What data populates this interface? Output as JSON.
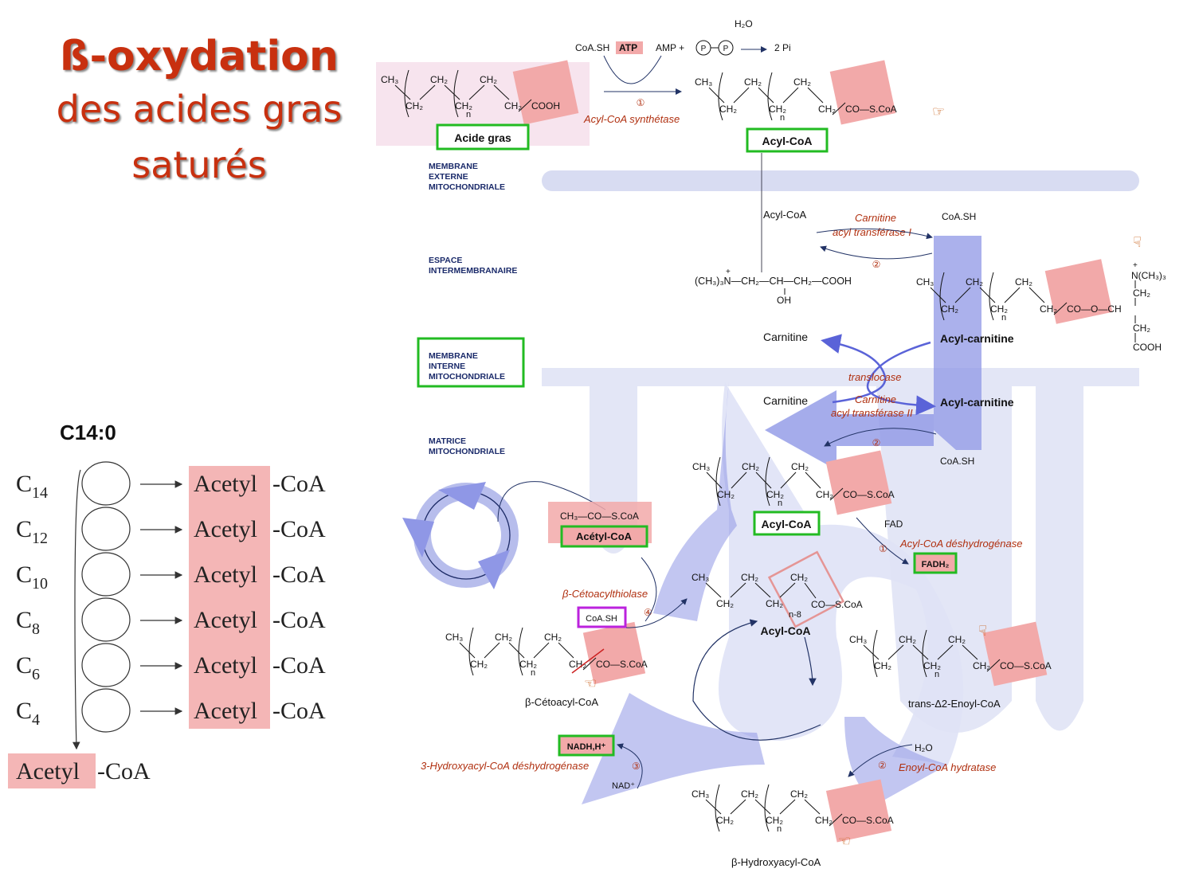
{
  "title": {
    "line1": "ß-oxydation",
    "line2": "des acides gras",
    "line3": "saturés"
  },
  "chain_label": "C14:0",
  "chain": {
    "carbons": [
      {
        "c": "C",
        "sub": "14"
      },
      {
        "c": "C",
        "sub": "12"
      },
      {
        "c": "C",
        "sub": "10"
      },
      {
        "c": "C",
        "sub": "8"
      },
      {
        "c": "C",
        "sub": "6"
      },
      {
        "c": "C",
        "sub": "4"
      }
    ],
    "product_prefix": "Acetyl",
    "product_suffix": "-CoA"
  },
  "compartments": {
    "outer": "MEMBRANE EXTERNE MITOCHONDRIALE",
    "intermembrane": "ESPACE INTERMEMBRANAIRE",
    "inner": "MEMBRANE INTERNE MITOCHONDRIALE",
    "matrix": "MATRICE MITOCHONDRIALE"
  },
  "activation": {
    "fatty_acid": "Acide gras",
    "acyl_coa": "Acyl-CoA",
    "enzyme": "Acyl-CoA synthétase",
    "coash": "CoA.SH",
    "atp": "ATP",
    "amp": "AMP +",
    "p": "P",
    "water": "H₂O",
    "two_pi": "2 Pi"
  },
  "transport": {
    "acyl_coa": "Acyl-CoA",
    "cpt1": "Carnitine acyl transférase I",
    "coash": "CoA.SH",
    "carnitine": "Carnitine",
    "acyl_carnitine": "Acyl-carnitine",
    "translocase": "translocase",
    "cpt2": "Carnitine acyl transférase II",
    "carnitine_formula": "(CH₃)₃N—CH₂—CH—CH₂—COOH",
    "oh": "OH",
    "n_trimethyl": "N(CH₃)₃"
  },
  "cycle": {
    "acyl_coa": "Acyl-CoA",
    "fad": "FAD",
    "fadh2": "FADH₂",
    "e1": "Acyl-CoA déshydrogénase",
    "enoyl": "trans-Δ2-Enoyl-CoA",
    "water": "H₂O",
    "e2": "Enoyl-CoA hydratase",
    "hydroxyacyl": "β-Hydroxyacyl-CoA",
    "nad": "NAD⁺",
    "nadh": "NADH,H⁺",
    "e3": "3-Hydroxyacyl-CoA déshydrogénase",
    "ketoacyl": "β-Cétoacyl-CoA",
    "e4": "β-Cétoacylthiolase",
    "coash": "CoA.SH",
    "acetyl_coa": "Acétyl-CoA",
    "acetyl_formula": "CH₃—CO—S.CoA",
    "n8": "n-8"
  },
  "chem": {
    "ch3": "CH₃",
    "ch2": "CH₂",
    "ch": "CH",
    "co_scoa": "CO—S.CoA",
    "cooh": "COOH",
    "n": "n",
    "c": "C",
    "o": "O",
    "co_o_ch": "CO—O—CH"
  },
  "colors": {
    "title": "#c8300f",
    "highlight": "#f2a9a9",
    "green_box": "#22bb22",
    "purple_box": "#bb22dd",
    "membrane": "#c8cdf0",
    "enzyme_text": "#b03010",
    "arrow": "#223366"
  }
}
